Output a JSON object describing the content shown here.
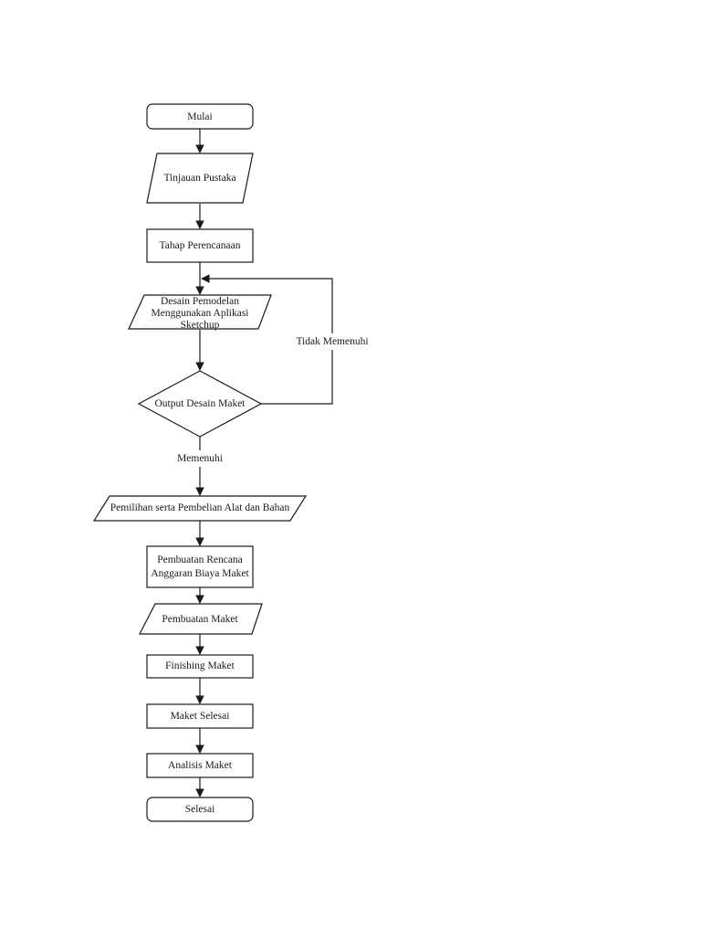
{
  "flowchart": {
    "nodes": {
      "start": {
        "text": "Mulai"
      },
      "literature": {
        "text": "Tinjauan Pustaka"
      },
      "planning": {
        "text": "Tahap Perencanaan"
      },
      "modeling": {
        "lines": [
          "Desain Pemodelan",
          "Menggunakan Aplikasi",
          "Sketchup"
        ]
      },
      "decision": {
        "text": "Output Desain Maket"
      },
      "procurement": {
        "text": "Pemilihan serta Pembelian Alat dan Bahan"
      },
      "budget": {
        "lines": [
          "Pembuatan Rencana",
          "Anggaran Biaya Maket"
        ]
      },
      "build": {
        "text": "Pembuatan Maket"
      },
      "finishing": {
        "text": "Finishing Maket"
      },
      "done": {
        "text": "Maket Selesai"
      },
      "analysis": {
        "text": "Analisis Maket"
      },
      "end": {
        "text": "Selesai"
      }
    },
    "edge_labels": {
      "not_met": "Tidak Memenuhi",
      "met": "Memenuhi"
    }
  }
}
